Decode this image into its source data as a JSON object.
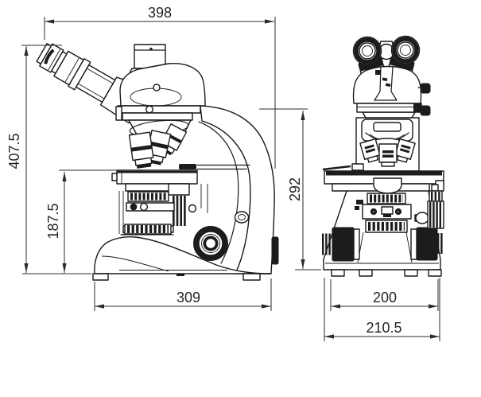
{
  "drawing": {
    "type": "microscope dimensional line drawing",
    "views": [
      "side view",
      "front view"
    ]
  },
  "dimensions": {
    "overall_depth": "398",
    "overall_height": "407.5",
    "stage_height": "187.5",
    "base_depth": "309",
    "stand_height": "292",
    "base_width": "200",
    "overall_width": "210.5"
  },
  "colors": {
    "line": "#1a1a1a",
    "dimension_line": "#2b2b2b",
    "background": "#ffffff"
  }
}
